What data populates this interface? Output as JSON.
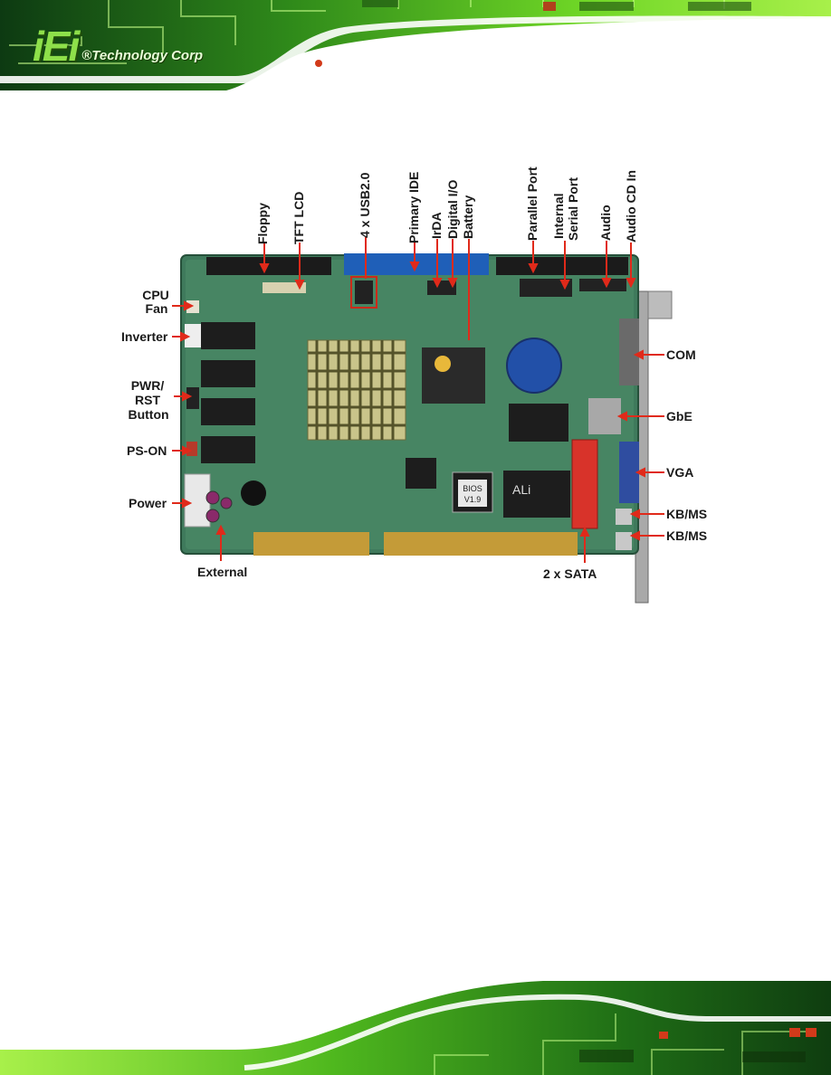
{
  "header": {
    "logo_mark": "iEi",
    "logo_text": "®Technology Corp"
  },
  "board": {
    "chip_bios": "BIOS",
    "chip_bios_version": "V1.9",
    "chip_ali": "ALi"
  },
  "labels": {
    "top": [
      {
        "text": "Floppy"
      },
      {
        "text": "TFT LCD"
      },
      {
        "text": "4 x USB2.0"
      },
      {
        "text": "Primary IDE"
      },
      {
        "text": "IrDA"
      },
      {
        "text": "Digital I/O"
      },
      {
        "text": "Battery"
      },
      {
        "text": "Parallel Port"
      },
      {
        "text": "Internal"
      },
      {
        "text": "Serial Port"
      },
      {
        "text": "Audio"
      },
      {
        "text": "Audio CD In"
      }
    ],
    "left": [
      {
        "text": "CPU"
      },
      {
        "text": "Fan"
      },
      {
        "text": "Inverter"
      },
      {
        "text": "PWR/"
      },
      {
        "text": "RST"
      },
      {
        "text": "Button"
      },
      {
        "text": "PS-ON"
      },
      {
        "text": "Power"
      },
      {
        "text": "External"
      }
    ],
    "right": [
      {
        "text": "COM"
      },
      {
        "text": "GbE"
      },
      {
        "text": "VGA"
      },
      {
        "text": "KB/MS"
      },
      {
        "text": "KB/MS"
      }
    ],
    "bottom": [
      {
        "text": "2 x SATA"
      }
    ]
  }
}
